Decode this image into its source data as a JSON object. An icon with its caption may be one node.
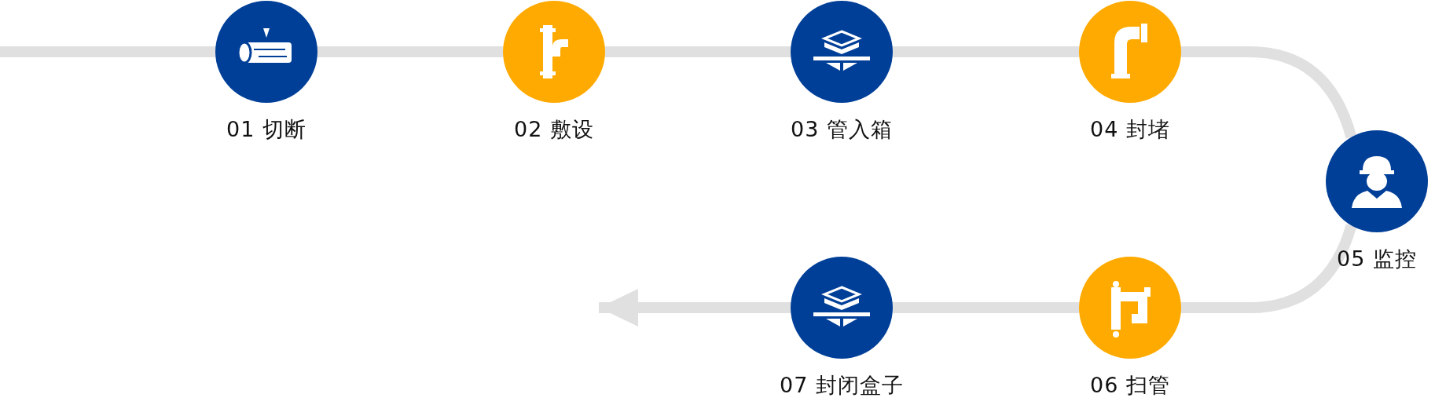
{
  "diagram": {
    "nodes": [
      {
        "text": [
          "01 切断"
        ]
      },
      {
        "text": [
          "02 敷设"
        ]
      },
      {
        "text": [
          "03 管入箱"
        ]
      },
      {
        "text": [
          "04 封堵"
        ]
      },
      {
        "text": [
          "05 监控"
        ]
      },
      {
        "text": [
          "06 扫管"
        ]
      },
      {
        "text": [
          "07 封闭盒子"
        ]
      }
    ],
    "edges": [
      {
        "from": null,
        "to": 0,
        "arrow": "none"
      },
      {
        "from": 0,
        "to": 1,
        "arrow": "none"
      },
      {
        "from": 1,
        "to": 2,
        "arrow": "none"
      },
      {
        "from": 2,
        "to": 3,
        "arrow": "none"
      },
      {
        "from": 3,
        "to": 4,
        "arrow": "none"
      },
      {
        "from": 4,
        "to": 5,
        "arrow": "none"
      },
      {
        "from": 5,
        "to": 6,
        "arrow": "none"
      },
      {
        "from": 6,
        "to": null,
        "arrow": "to"
      }
    ]
  }
}
